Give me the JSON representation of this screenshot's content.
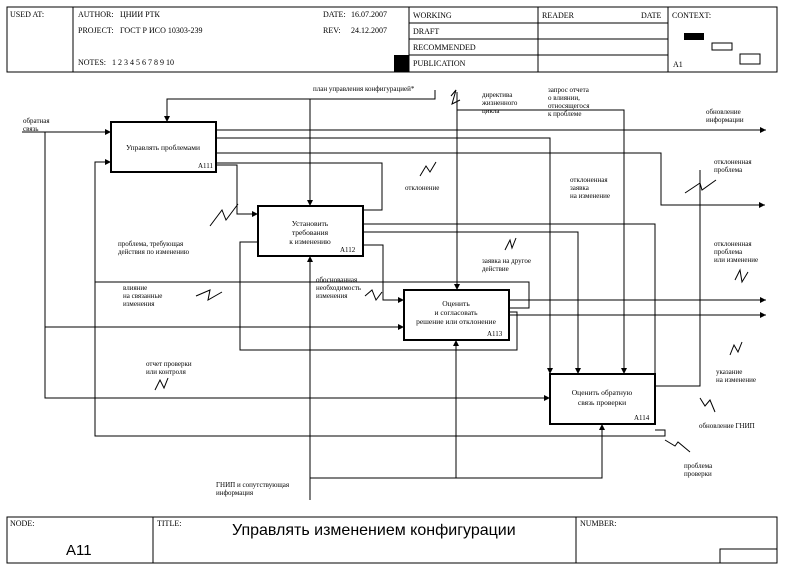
{
  "header": {
    "used_at": "USED AT:",
    "author_label": "AUTHOR:",
    "author": "ЦНИИ РТК",
    "project_label": "PROJECT:",
    "project": "ГОСТ Р ИСО 10303-239",
    "notes_label": "NOTES:",
    "notes": "1 2 3 4 5 6 7 8 9 10",
    "date_label": "DATE:",
    "date": "16.07.2007",
    "rev_label": "REV:",
    "rev": "24.12.2007",
    "status": [
      "WORKING",
      "DRAFT",
      "RECOMMENDED",
      "PUBLICATION"
    ],
    "reader_label": "READER",
    "reader_date_label": "DATE",
    "context_label": "CONTEXT:",
    "context_node": "A1"
  },
  "boxes": [
    {
      "lines": [
        "Управлять проблемами"
      ],
      "num": "A111"
    },
    {
      "lines": [
        "Установить",
        "требования",
        "к изменению"
      ],
      "num": "A112"
    },
    {
      "lines": [
        "Оценить",
        "и согласовать",
        "решение или отклонение"
      ],
      "num": "A113"
    },
    {
      "lines": [
        "Оценить обратную",
        "связь проверки"
      ],
      "num": "A114"
    }
  ],
  "labels": {
    "obratnaya_svyaz": [
      "обратная",
      "связь"
    ],
    "plan": [
      "план управления конфигурацией*"
    ],
    "direktiva": [
      "директива",
      "жизненного",
      "цикла"
    ],
    "zapros": [
      "запрос отчета",
      "о влиянии,",
      "относящегося",
      "к проблеме"
    ],
    "obnovlenie_info": [
      "обновление",
      "информации"
    ],
    "otklonennaya_problema": [
      "отклоненная",
      "проблема"
    ],
    "otklonenie": [
      "отклонение"
    ],
    "otklonennaya_zayavka": [
      "отклоненная",
      "заявка",
      "на изменение"
    ],
    "problema_trebuyushaya": [
      "проблема, требующая",
      "действия по изменению"
    ],
    "zayavka_na_drugoe": [
      "заявка на другое",
      "действие"
    ],
    "otklonennaya_ili_izm": [
      "отклоненная",
      "проблема",
      "или изменение"
    ],
    "vliyanie": [
      "влияние",
      "на связанные",
      "изменения"
    ],
    "obosnovannaya": [
      "обоснованная",
      "необходимость",
      "изменения"
    ],
    "otchet_proverki": [
      "отчет проверки",
      "или контроля"
    ],
    "ukazanie": [
      "указание",
      "на изменение"
    ],
    "obnovlenie_gnip": [
      "обновление ГНИП"
    ],
    "problema_proverki": [
      "проблема",
      "проверки"
    ],
    "gnip": [
      "ГНИП и сопутствующая",
      "информация"
    ]
  },
  "footer": {
    "node_label": "NODE:",
    "node": "A11",
    "title_label": "TITLE:",
    "title": "Управлять изменением  конфигурации",
    "number_label": "NUMBER:"
  }
}
